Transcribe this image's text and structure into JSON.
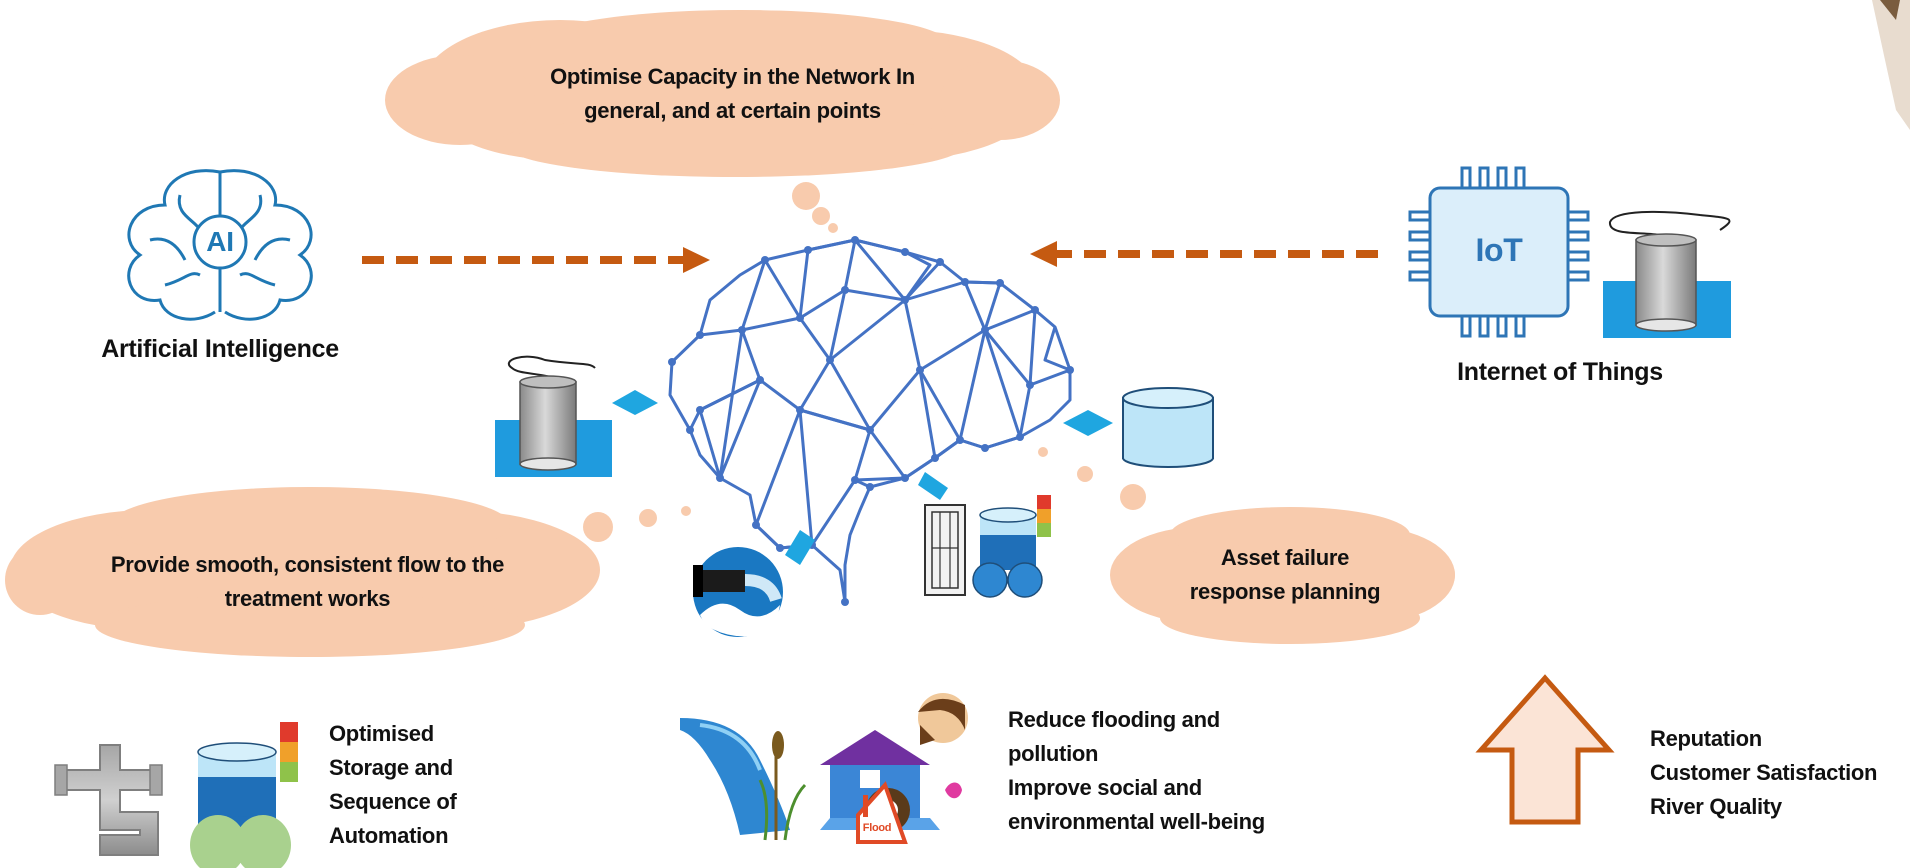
{
  "clouds": {
    "top": {
      "line1": "Optimise  Capacity in  the Network In",
      "line2": "general, and at certain points"
    },
    "left": {
      "line1": "Provide smooth, consistent flow to the",
      "line2": "treatment works"
    },
    "right": {
      "line1": "Asset failure",
      "line2": "response planning"
    }
  },
  "ai": {
    "icon_text": "AI",
    "label": "Artificial Intelligence"
  },
  "iot": {
    "chip_text": "IoT",
    "label": "Internet of Things"
  },
  "bottom": {
    "storage": {
      "lines": [
        "Optimised",
        "Storage and",
        "Sequence of",
        "Automation"
      ]
    },
    "flooding": {
      "sign_text": "Flood",
      "lines": [
        "Reduce flooding and",
        "pollution",
        "Improve social and",
        "environmental well-being"
      ]
    },
    "reputation": {
      "lines": [
        "Reputation",
        "Customer Satisfaction",
        "River Quality"
      ]
    }
  },
  "colors": {
    "cloud": "#f8cbad",
    "arrow": "#c55a11",
    "network": "#4472c4",
    "ai_icon": "#1f78b4",
    "iot": "#2e75b6",
    "water": "#1f9bde",
    "tank_light": "#bde5f8",
    "green": "#a9d18e"
  }
}
